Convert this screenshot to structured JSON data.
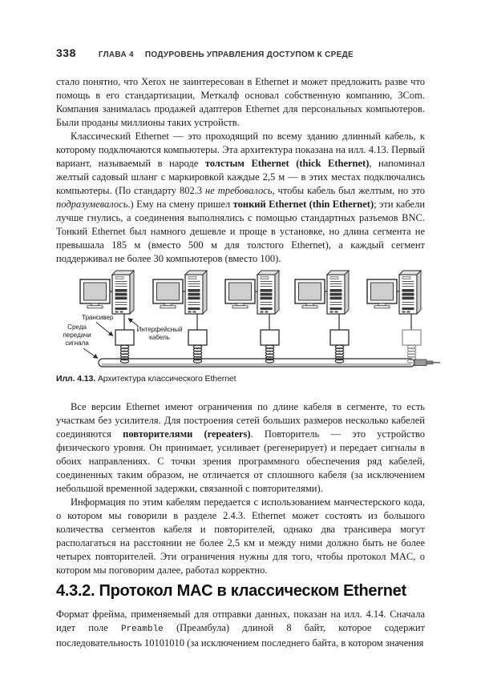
{
  "page": {
    "number": "338",
    "chapter": "ГЛАВА 4",
    "chapter_title": "ПОДУРОВЕНЬ УПРАВЛЕНИЯ ДОСТУПОМ К СРЕДЕ"
  },
  "content": {
    "paragraphs_top": [
      {
        "indent": false,
        "segments": [
          {
            "style": "normal",
            "text": "стало понятно, что Xerox не заинтересован в Ethernet и может предложить разве что помощь в его стандартизации, Меткалф основал собственную компанию, 3Com. Компания занималась продажей адаптеров Ethernet для персональных компьютеров. Были проданы миллионы таких устройств."
          }
        ]
      },
      {
        "indent": true,
        "segments": [
          {
            "style": "normal",
            "text": "Классический Ethernet — это проходящий по всему зданию длинный кабель, к которому подключаются компьютеры. Эта архитектура показана на илл. 4.13. Первый вариант, называемый в народе "
          },
          {
            "style": "bold",
            "text": "толстым Ethernet (thick Ethernet)"
          },
          {
            "style": "normal",
            "text": ", напоминал желтый садовый шланг с маркировкой каждые 2,5 м — в этих местах подключались компьютеры. (По стандарту 802.3 "
          },
          {
            "style": "italic",
            "text": "не требовалось"
          },
          {
            "style": "normal",
            "text": ", чтобы кабель был желтым, но это "
          },
          {
            "style": "italic",
            "text": "подразумевалось"
          },
          {
            "style": "normal",
            "text": ".) Ему на смену пришел "
          },
          {
            "style": "bold",
            "text": "тонкий Ethernet (thin Ethernet)"
          },
          {
            "style": "normal",
            "text": "; эти кабели лучше гнулись, а соединения выполнялись с помощью стандартных разъемов BNC. Тонкий Ethernet был намного дешевле и проще в установке, но длина сегмента не превышала 185 м (вместо 500 м для толстого Ethernet), а каждый сегмент поддерживал не более 30 компьютеров (вместо 100)."
          }
        ]
      }
    ],
    "figure": {
      "caption_label": "Илл. 4.13.",
      "caption_text": "Архитектура классического Ethernet",
      "labels": {
        "transceiver": "Трансивер",
        "medium_line1": "Среда",
        "medium_line2": "передачи",
        "medium_line3": "сигнала",
        "interface_line1": "Интерфейсный",
        "interface_line2": "кабель"
      }
    },
    "paragraphs_middle": [
      {
        "indent": true,
        "segments": [
          {
            "style": "normal",
            "text": "Все версии Ethernet имеют ограничения по длине кабеля в сегменте, то есть участкам без усилителя. Для построения сетей больших размеров несколько кабелей соединяются "
          },
          {
            "style": "bold",
            "text": "повторителями (repeaters)"
          },
          {
            "style": "normal",
            "text": ". Повторитель — это устройство физического уровня. Он принимает, усиливает (регенерирует) и передает сигналы в обоих направлениях. С точки зрения программного обеспечения ряд кабелей, соединенных таким образом, не отличается от сплошного кабеля (за исключением небольшой временной задержки, связанной с повторителями)."
          }
        ]
      },
      {
        "indent": true,
        "segments": [
          {
            "style": "normal",
            "text": "Информация по этим кабелям передается с использованием манчестерского кода, о котором мы говорили в разделе 2.4.3. Ethernet может состоять из большого количества сегментов кабеля и повторителей, однако два трансивера могут располагаться на расстоянии не более 2,5 км и между ними должно быть не более четырех повторителей. Эти ограничения нужны для того, чтобы протокол MAC, о котором мы поговорим далее, работал корректно."
          }
        ]
      }
    ],
    "section_heading": "4.3.2. Протокол MAC в классическом Ethernet",
    "paragraphs_bottom": [
      {
        "indent": false,
        "segments": [
          {
            "style": "normal",
            "text": "Формат фрейма, применяемый для отправки данных, показан на илл. 4.14. Сначала идет поле "
          },
          {
            "style": "mono",
            "text": "Preamble"
          },
          {
            "style": "normal",
            "text": " (Преамбула) длиной 8 байт, которое содержит последовательность 10101010 (за исключением последнего байта, в котором значения"
          }
        ]
      }
    ]
  }
}
